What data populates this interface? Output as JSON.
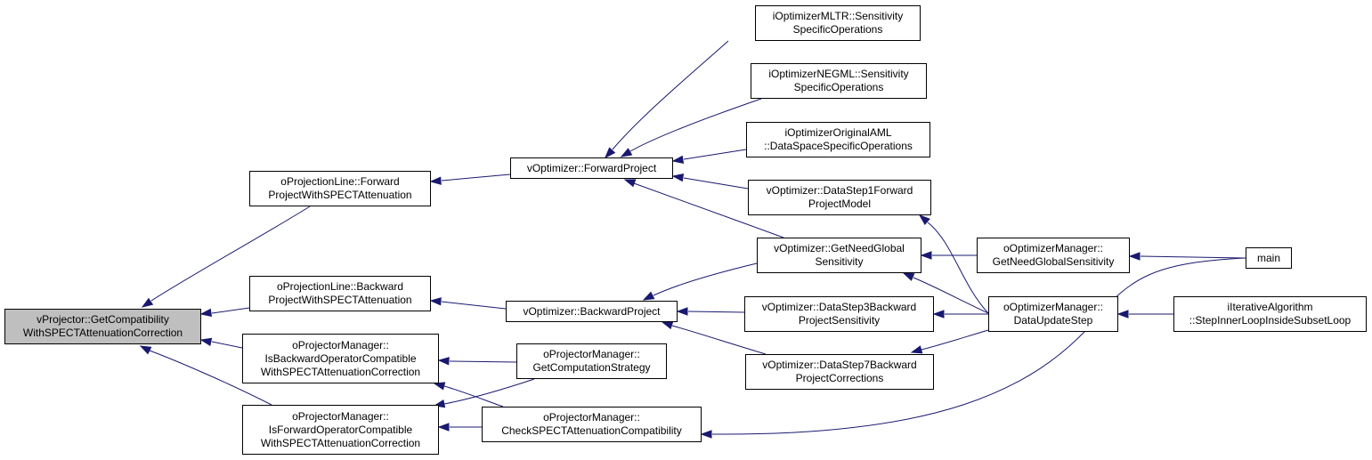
{
  "diagram": {
    "edge_color": "#191970",
    "root_fill": "#bfbfbf",
    "nodes": {
      "root": [
        "vProjector::GetCompatibility",
        "WithSPECTAttenuationCorrection"
      ],
      "pl_fwd": [
        "oProjectionLine::Forward",
        "ProjectWithSPECTAttenuation"
      ],
      "pl_bwd": [
        "oProjectionLine::Backward",
        "ProjectWithSPECTAttenuation"
      ],
      "pm_isbwd": [
        "oProjectorManager::",
        "IsBackwardOperatorCompatible",
        "WithSPECTAttenuationCorrection"
      ],
      "pm_isfwd": [
        "oProjectorManager::",
        "IsForwardOperatorCompatible",
        "WithSPECTAttenuationCorrection"
      ],
      "vo_fwd": [
        "vOptimizer::ForwardProject"
      ],
      "vo_bwd": [
        "vOptimizer::BackwardProject"
      ],
      "pm_strategy": [
        "oProjectorManager::",
        "GetComputationStrategy"
      ],
      "pm_check": [
        "oProjectorManager::",
        "CheckSPECTAttenuationCompatibility"
      ],
      "mltr": [
        "iOptimizerMLTR::Sensitivity",
        "SpecificOperations"
      ],
      "negml": [
        "iOptimizerNEGML::Sensitivity",
        "SpecificOperations"
      ],
      "aml": [
        "iOptimizerOriginalAML",
        "::DataSpaceSpecificOperations"
      ],
      "ds1": [
        "vOptimizer::DataStep1Forward",
        "ProjectModel"
      ],
      "gng": [
        "vOptimizer::GetNeedGlobal",
        "Sensitivity"
      ],
      "ds3": [
        "vOptimizer::DataStep3Backward",
        "ProjectSensitivity"
      ],
      "ds7": [
        "vOptimizer::DataStep7Backward",
        "ProjectCorrections"
      ],
      "om_gng": [
        "oOptimizerManager::",
        "GetNeedGlobalSensitivity"
      ],
      "om_dus": [
        "oOptimizerManager::",
        "DataUpdateStep"
      ],
      "main": [
        "main"
      ],
      "iter": [
        "iIterativeAlgorithm",
        "::StepInnerLoopInsideSubsetLoop"
      ]
    }
  }
}
